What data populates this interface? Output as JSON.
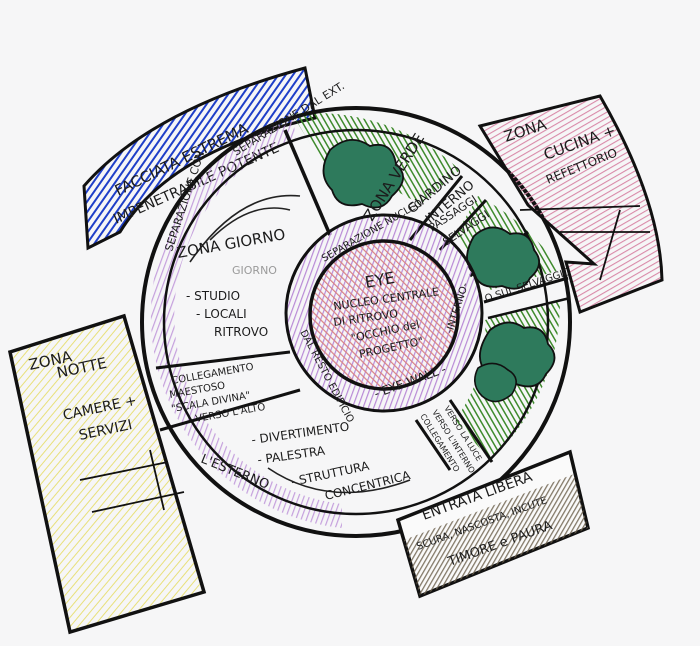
{
  "diagram": {
    "colors": {
      "paper": "#f6f6f7",
      "ink": "#111111",
      "blue": "#1f3fc8",
      "green": "#3e8a2c",
      "pink": "#d98aa9",
      "purple": "#b98ad6",
      "red": "#d98283",
      "yellow": "#e8e07a",
      "brown": "#6e624e"
    },
    "facciata": {
      "line1": "FACCIATA ESTREMA",
      "line2": "IMPENETRABILE POTENTE"
    },
    "outer_ring": {
      "top_left": "SEPARAZIONE DAL EXT.",
      "left": "SEPARAZIONE CON",
      "bottom_left": "L'ESTERNO"
    },
    "zona_verde": {
      "line1": "ZONA VERDE",
      "line2": "GIARDINO",
      "line3": "INTERNO"
    },
    "passaggi": {
      "line1": "PASSAGGI",
      "line2": "SELVAGGI"
    },
    "sul_selvaggio": "O SUL SELVAGGIO",
    "zona_giorno": {
      "title": "ZONA GIORNO",
      "items": [
        "- STUDIO",
        "- LOCALI",
        "RITROVO"
      ],
      "faint": "GIORNO"
    },
    "collegamento": {
      "line1": "COLLEGAMENTO",
      "line2": "MAESTOSO",
      "line3": "\"SCALA DIVINA\"",
      "line4": "VERSO L'ALTO"
    },
    "divertimento": {
      "items": [
        "- DIVERTIMENTO",
        "- PALESTRA",
        "- STRUTTURA",
        "CONCENTRICA"
      ]
    },
    "collegamento_basso": {
      "line1": "COLLEGAMENTO",
      "line2": "VERSO L'INTERNO",
      "line3": "VERSO LA LUCE"
    },
    "eye": {
      "title": "EYE",
      "line1": "NUCLEO CENTRALE",
      "line2": "DI RITROVO",
      "line3": "\"OCCHIO del",
      "line4": "PROGETTO\""
    },
    "eye_ring": {
      "top": "SEPARAZIONE NUCLEO",
      "right": "-INTERNO-",
      "left": "DAL RESTO EDIFICIO",
      "bottom": "- EYE WALL -"
    },
    "zona_cucina": {
      "line1": "ZONA",
      "line2": "CUCINA +",
      "line3": "REFETTORIO"
    },
    "zona_notte": {
      "line1": "ZONA",
      "line2": "NOTTE",
      "line3": "CAMERE +",
      "line4": "SERVIZI"
    },
    "entrata": {
      "line1": "ENTRATA LIBERA",
      "line2": "SCURA, NASCOSTA, INCUTE",
      "line3": "TIMORE e PAURA"
    }
  }
}
